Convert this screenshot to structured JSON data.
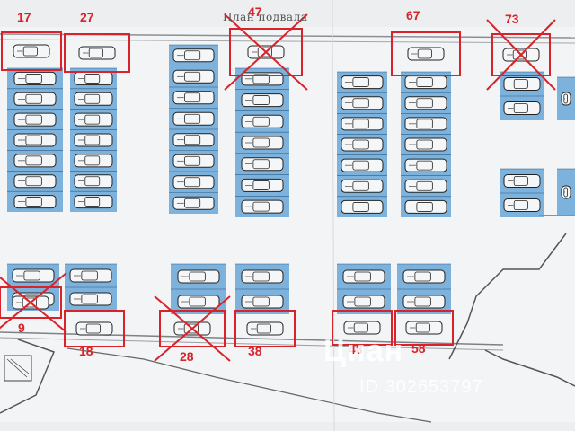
{
  "plan_title": "План подвала",
  "highlight_color": "#d8232a",
  "space_fill": "#5a9fd4",
  "watermark": {
    "text_main": "Циан",
    "text_id": "ID 302653797"
  },
  "spots": [
    {
      "number": "17",
      "crossed": false
    },
    {
      "number": "27",
      "crossed": false
    },
    {
      "number": "47",
      "crossed": true
    },
    {
      "number": "67",
      "crossed": false
    },
    {
      "number": "73",
      "crossed": true
    },
    {
      "number": "9",
      "crossed": true
    },
    {
      "number": "18",
      "crossed": false
    },
    {
      "number": "28",
      "crossed": true
    },
    {
      "number": "38",
      "crossed": false
    },
    {
      "number": "48",
      "crossed": false
    },
    {
      "number": "58",
      "crossed": false
    }
  ]
}
